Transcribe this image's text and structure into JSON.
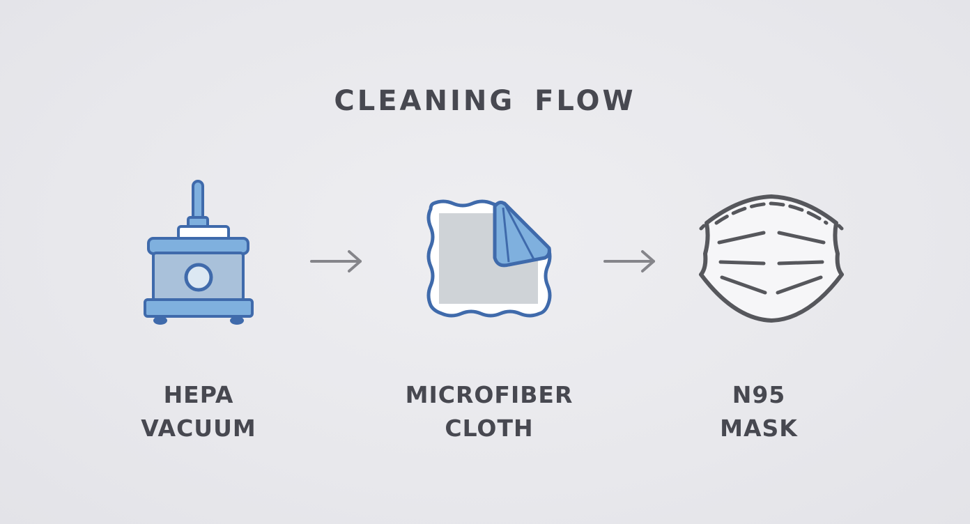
{
  "title": "CLEANING FLOW",
  "steps": [
    {
      "icon": "hepa-vacuum-icon",
      "label_line1": "HEPA",
      "label_line2": "VACUUM"
    },
    {
      "icon": "microfiber-cloth-icon",
      "label_line1": "MICROFIBER",
      "label_line2": "CLOTH"
    },
    {
      "icon": "n95-mask-icon",
      "label_line1": "N95",
      "label_line2": "MASK"
    }
  ],
  "colors": {
    "text": "#474850",
    "icon_blue_stroke": "#3f6aab",
    "icon_blue_fill": "#7fb0de",
    "icon_light_fill": "#a9c1da",
    "icon_gray_fill": "#cfd3d7",
    "mask_stroke": "#56575c",
    "arrow": "#85858a",
    "background": "#e8e8ec"
  }
}
